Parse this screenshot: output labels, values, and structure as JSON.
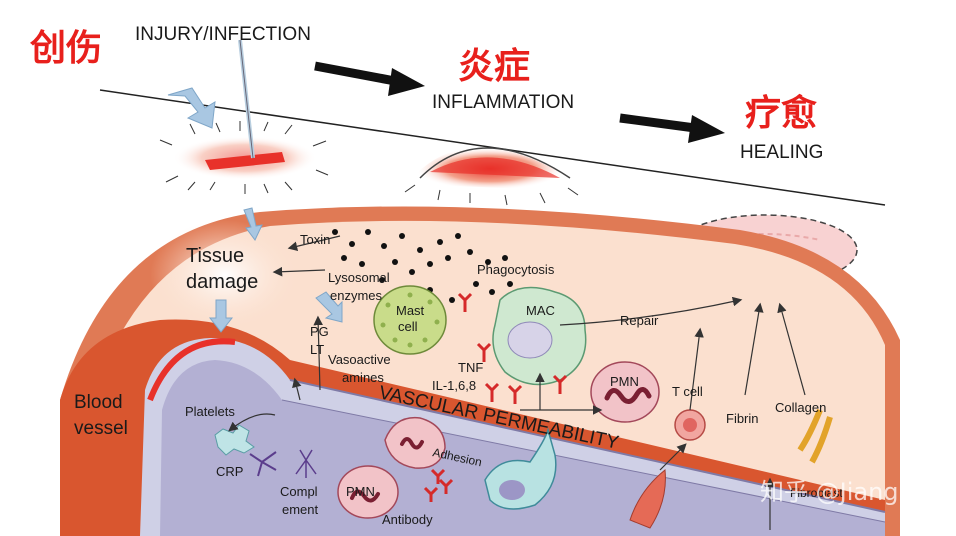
{
  "stages": {
    "injury_cn": "创伤",
    "injury_en": "INJURY/INFECTION",
    "inflammation_cn": "炎症",
    "inflammation_en": "INFLAMMATION",
    "healing_cn": "疗愈",
    "healing_en": "HEALING"
  },
  "labels": {
    "toxin": "Toxin",
    "tissue_damage_1": "Tissue",
    "tissue_damage_2": "damage",
    "lysosomal_1": "Lysosomal",
    "lysosomal_2": "enzymes",
    "phagocytosis": "Phagocytosis",
    "mast_cell_1": "Mast",
    "mast_cell_2": "cell",
    "mac": "MAC",
    "repair": "Repair",
    "pg": "PG",
    "lt": "LT",
    "vasoactive_1": "Vasoactive",
    "vasoactive_2": "amines",
    "tnf": "TNF",
    "il": "IL-1,6,8",
    "pmn": "PMN",
    "t_cell": "T cell",
    "fibrin": "Fibrin",
    "collagen": "Collagen",
    "blood_vessel_1": "Blood",
    "blood_vessel_2": "vessel",
    "platelets": "Platelets",
    "vascular_permeability": "VASCULAR PERMEABILITY",
    "adhesion": "Adhesion",
    "crp": "CRP",
    "complement_1": "Compl",
    "complement_2": "ement",
    "pmn_lower": "PMN",
    "antibody": "Antibody",
    "fibroblast": "Fibroblast"
  },
  "watermark": "知乎 @Jiang",
  "colors": {
    "cjk_red": "#e8201c",
    "tissue": "#fbe0cf",
    "vessel_wall": "#e0643d",
    "vessel_lumen": "#b8b6d6",
    "mast_cell": "#c9dc8a",
    "mac": "#cfe8d0",
    "pmn": "#f2c3c8"
  }
}
